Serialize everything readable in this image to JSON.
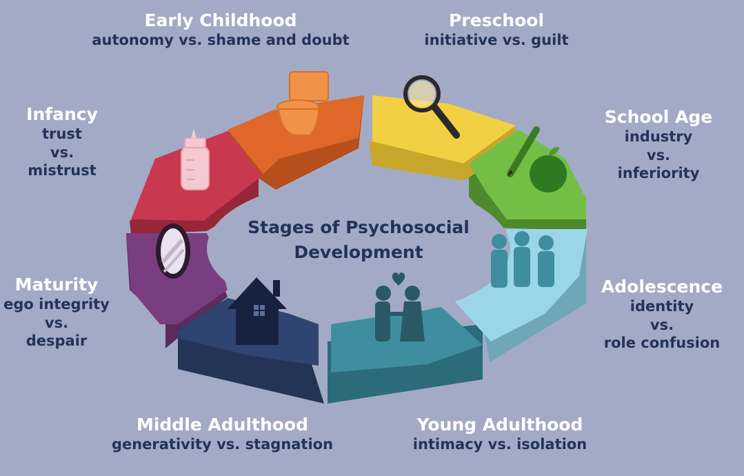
{
  "title": {
    "line1": "Stages of Psychosocial",
    "line2": "Development"
  },
  "stages": [
    {
      "name": "Infancy",
      "conflict_lines": [
        "trust",
        "vs.",
        "mistrust"
      ],
      "color": "#c8384f",
      "icon": "baby-bottle-icon"
    },
    {
      "name": "Early Childhood",
      "conflict_lines": [
        "autonomy vs. shame and doubt"
      ],
      "color": "#e0672a",
      "icon": "toilet-icon"
    },
    {
      "name": "Preschool",
      "conflict_lines": [
        "initiative vs. guilt"
      ],
      "color": "#f2d044",
      "icon": "magnifying-glass-icon"
    },
    {
      "name": "School Age",
      "conflict_lines": [
        "industry",
        "vs.",
        "inferiority"
      ],
      "color": "#74be45",
      "icon": "apple-pencil-icon"
    },
    {
      "name": "Adolescence",
      "conflict_lines": [
        "identity",
        "vs.",
        "role confusion"
      ],
      "color": "#9ad6e8",
      "icon": "group-of-teens-icon"
    },
    {
      "name": "Young Adulthood",
      "conflict_lines": [
        "intimacy vs. isolation"
      ],
      "color": "#3e8e9f",
      "icon": "couple-heart-icon"
    },
    {
      "name": "Middle Adulthood",
      "conflict_lines": [
        "generativity vs. stagnation"
      ],
      "color": "#2f4470",
      "icon": "house-icon"
    },
    {
      "name": "Maturity",
      "conflict_lines": [
        "ego integrity",
        "vs.",
        "despair"
      ],
      "color": "#7a3e80",
      "icon": "mirror-icon"
    }
  ]
}
